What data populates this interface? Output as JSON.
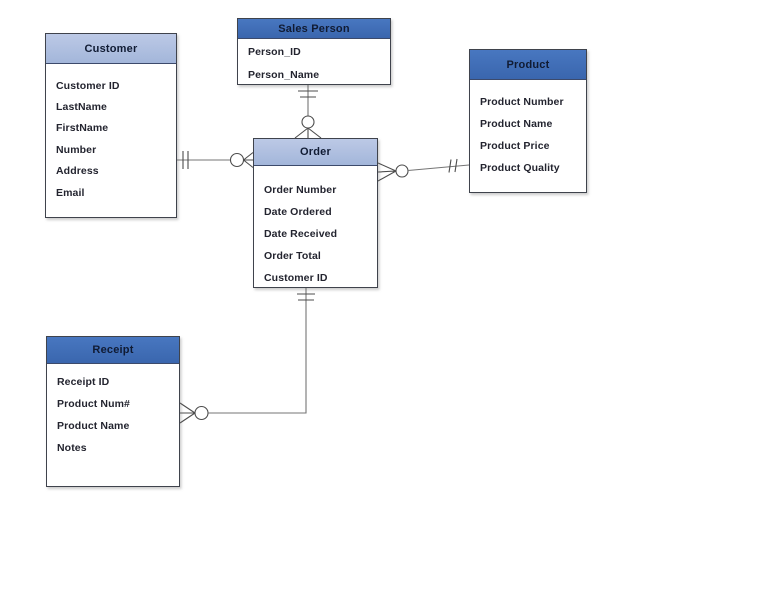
{
  "canvas": {
    "background": "#ffffff"
  },
  "colors": {
    "header_light": "#a9bcde",
    "header_dark": "#3e6db5",
    "box_border": "#3f434c",
    "connector_line": "#757575",
    "text": "#23242f"
  },
  "entities": {
    "customer": {
      "title": "Customer",
      "fields": [
        "Customer ID",
        "LastName",
        "FirstName",
        "Number",
        "Address",
        "Email"
      ]
    },
    "sales_person": {
      "title": "Sales Person",
      "fields": [
        "Person_ID",
        "Person_Name"
      ]
    },
    "product": {
      "title": "Product",
      "fields": [
        "Product Number",
        "Product Name",
        "Product Price",
        "Product Quality"
      ]
    },
    "order": {
      "title": "Order",
      "fields": [
        "Order Number",
        "Date Ordered",
        "Date Received",
        "Order Total",
        "Customer ID"
      ]
    },
    "receipt": {
      "title": "Receipt",
      "fields": [
        "Receipt ID",
        "Product Num#",
        "Product Name",
        "Notes"
      ]
    }
  },
  "relationships": [
    {
      "from": "Customer",
      "to": "Order",
      "from_cardinality": "one and only one",
      "to_cardinality": "zero or many"
    },
    {
      "from": "Sales Person",
      "to": "Order",
      "from_cardinality": "one and only one",
      "to_cardinality": "zero or many"
    },
    {
      "from": "Product",
      "to": "Order",
      "from_cardinality": "one and only one",
      "to_cardinality": "zero or many"
    },
    {
      "from": "Order",
      "to": "Receipt",
      "from_cardinality": "one and only one",
      "to_cardinality": "zero or many"
    }
  ]
}
